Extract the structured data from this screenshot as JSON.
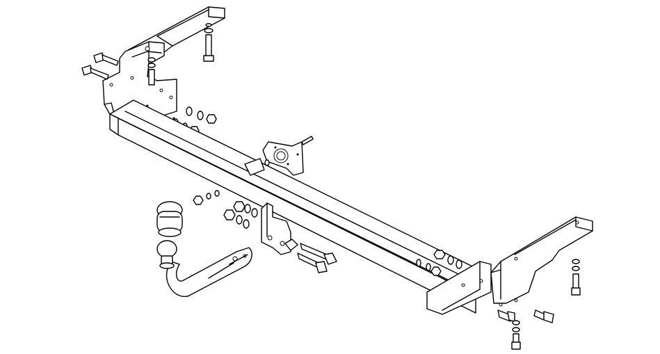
{
  "diagram": {
    "kind": "exploded assembly drawing",
    "parts": [
      {
        "id": "crossbar",
        "icon": "tow-bar-crossbeam"
      },
      {
        "id": "bracket-left",
        "icon": "mounting-bracket"
      },
      {
        "id": "bracket-right",
        "icon": "mounting-bracket"
      },
      {
        "id": "ball-mount",
        "icon": "tow-ball-neck"
      },
      {
        "id": "socket-plate",
        "icon": "electrical-socket-plate"
      },
      {
        "id": "receiver",
        "icon": "ball-mount-receiver"
      },
      {
        "id": "fasteners",
        "icon": "bolt-nut-washer-set"
      }
    ],
    "line_color": "#000000",
    "background_color": "#ffffff"
  }
}
